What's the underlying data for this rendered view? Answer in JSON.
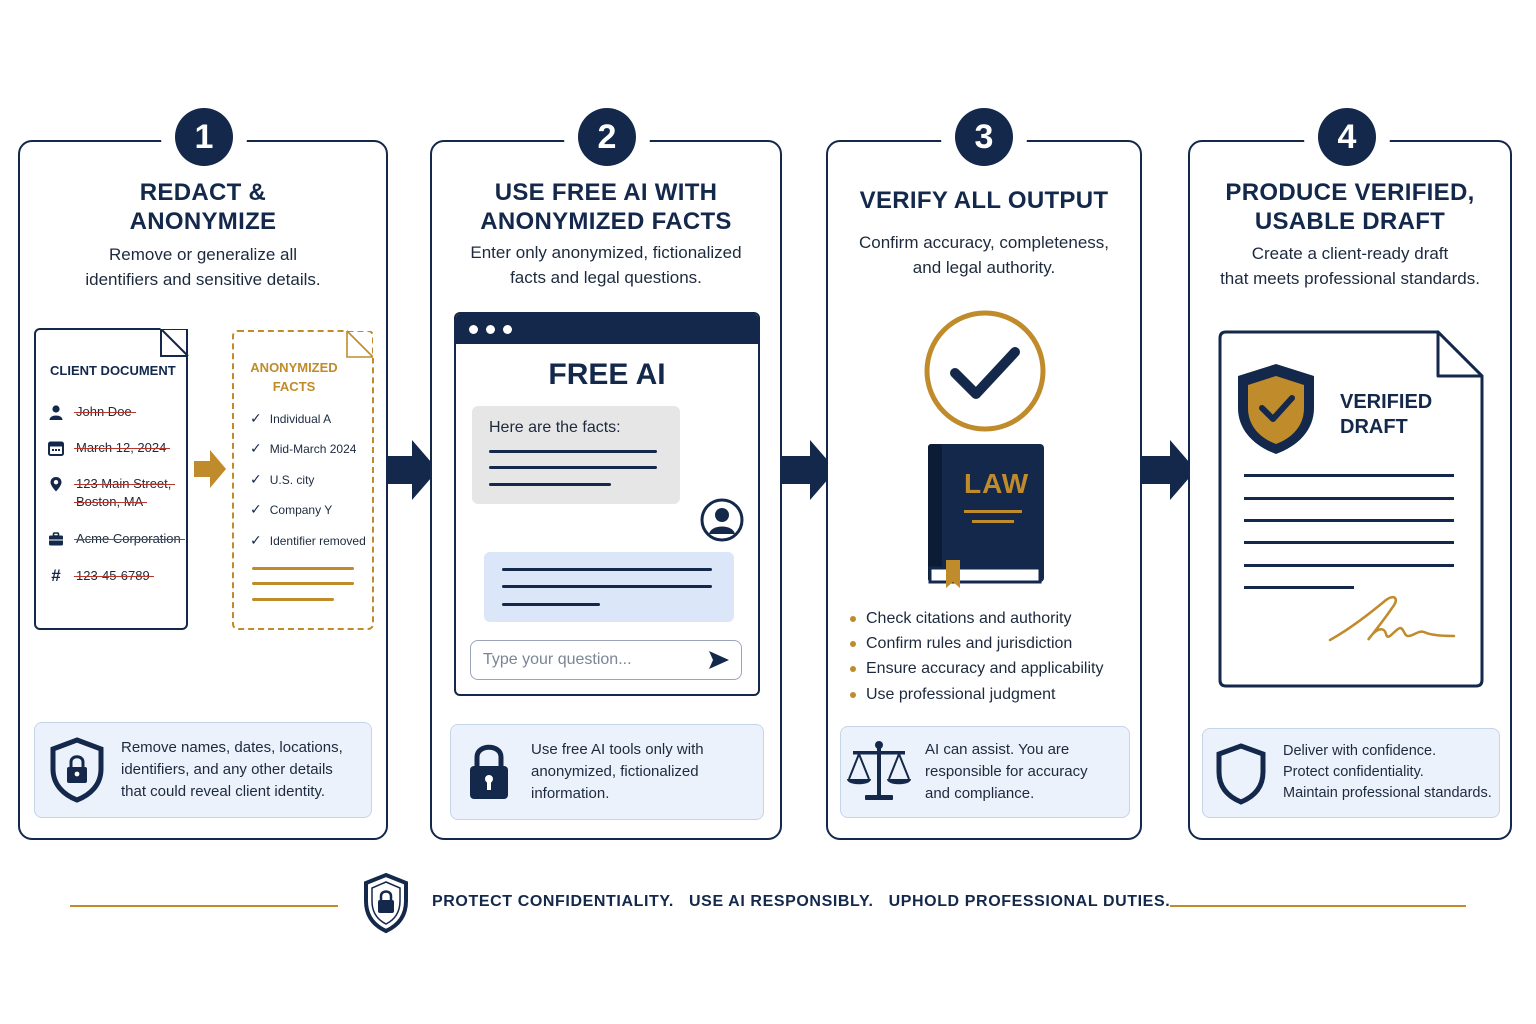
{
  "colors": {
    "navy": "#13284a",
    "gold": "#c08b2a",
    "light_blue": "#ecf2fb",
    "red_strike": "#b8372b"
  },
  "steps": [
    {
      "number": "1",
      "title_line1": "REDACT &",
      "title_line2": "ANONYMIZE",
      "desc_line1": "Remove or generalize all",
      "desc_line2": "identifiers and sensitive details.",
      "client_doc": {
        "title": "CLIENT DOCUMENT",
        "items": [
          {
            "icon": "person-icon",
            "text": "John Doe"
          },
          {
            "icon": "calendar-icon",
            "text": "March 12, 2024"
          },
          {
            "icon": "location-pin-icon",
            "text_line1": "123 Main Street,",
            "text_line2": "Boston, MA"
          },
          {
            "icon": "briefcase-icon",
            "text": "Acme Corporation"
          },
          {
            "icon": "hash-icon",
            "text": "123-45-6789"
          }
        ]
      },
      "anon_doc": {
        "title_line1": "ANONYMIZED",
        "title_line2": "FACTS",
        "items": [
          "Individual A",
          "Mid-March 2024",
          "U.S. city",
          "Company Y",
          "Identifier removed"
        ]
      },
      "note_line1": "Remove names, dates, locations,",
      "note_line2": "identifiers, and any other details",
      "note_line3": "that could reveal client identity."
    },
    {
      "number": "2",
      "title_line1": "USE FREE AI WITH",
      "title_line2": "ANONYMIZED FACTS",
      "desc_line1": "Enter only anonymized, fictionalized",
      "desc_line2": "facts and legal questions.",
      "window_title": "FREE AI",
      "bubble_text": "Here are the facts:",
      "input_placeholder": "Type your question...",
      "note_line1": "Use free AI tools only with",
      "note_line2": "anonymized, fictionalized",
      "note_line3": "information."
    },
    {
      "number": "3",
      "title_line1": "VERIFY ALL OUTPUT",
      "desc_line1": "Confirm accuracy, completeness,",
      "desc_line2": "and legal authority.",
      "book_label": "LAW",
      "bullets": [
        "Check citations and authority",
        "Confirm rules and jurisdiction",
        "Ensure accuracy and applicability",
        "Use professional judgment"
      ],
      "note_line1": "AI can assist. You are",
      "note_line2": "responsible for accuracy",
      "note_line3": "and compliance."
    },
    {
      "number": "4",
      "title_line1": "PRODUCE VERIFIED,",
      "title_line2": "USABLE DRAFT",
      "desc_line1": "Create a client-ready draft",
      "desc_line2": "that meets professional standards.",
      "draft_label_line1": "VERIFIED",
      "draft_label_line2": "DRAFT",
      "note_line1": "Deliver with confidence.",
      "note_line2": "Protect confidentiality.",
      "note_line3": "Maintain professional standards."
    }
  ],
  "footer": {
    "part1": "PROTECT CONFIDENTIALITY.",
    "part2": "USE AI RESPONSIBLY.",
    "part3": "UPHOLD PROFESSIONAL DUTIES."
  }
}
